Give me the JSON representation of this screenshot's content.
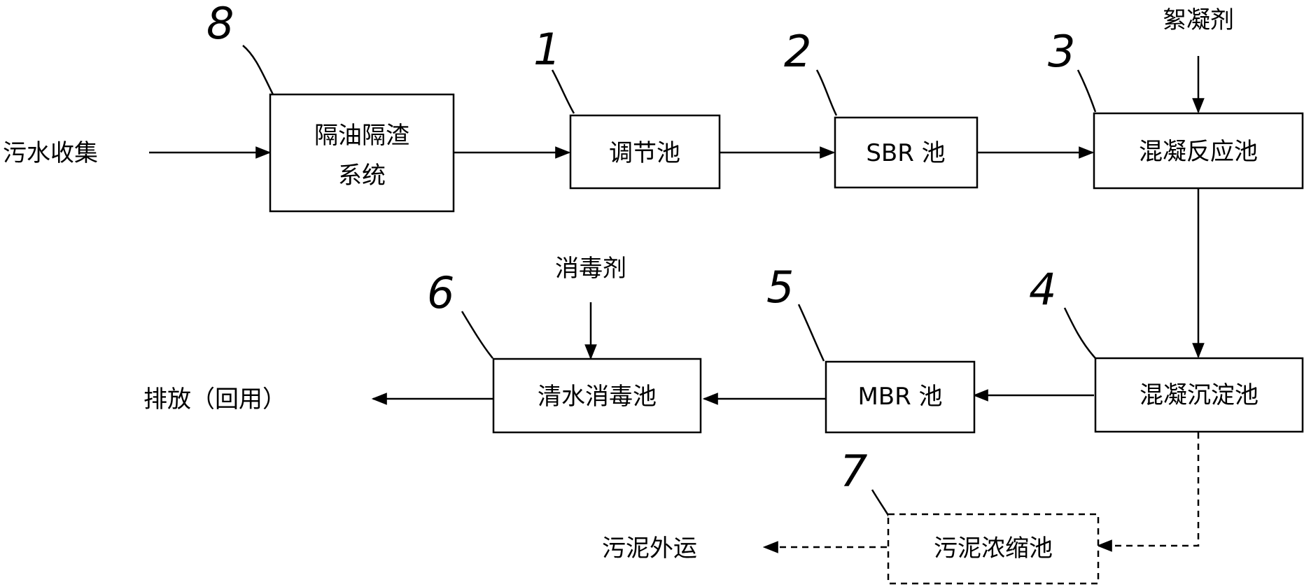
{
  "nodes": [
    {
      "id": "n8",
      "number": "8",
      "label_lines": [
        "隔油隔渣",
        "系统"
      ]
    },
    {
      "id": "n1",
      "number": "1",
      "label_lines": [
        "调节池"
      ]
    },
    {
      "id": "n2",
      "number": "2",
      "label_lines": [
        "SBR 池"
      ]
    },
    {
      "id": "n3",
      "number": "3",
      "label_lines": [
        "混凝反应池"
      ]
    },
    {
      "id": "n4",
      "number": "4",
      "label_lines": [
        "混凝沉淀池"
      ]
    },
    {
      "id": "n5",
      "number": "5",
      "label_lines": [
        "MBR 池"
      ]
    },
    {
      "id": "n6",
      "number": "6",
      "label_lines": [
        "清水消毒池"
      ]
    },
    {
      "id": "n7",
      "number": "7",
      "label_lines": [
        "污泥浓缩池"
      ],
      "style": "dashed"
    }
  ],
  "external_labels": {
    "sewage_in": "污水收集",
    "flocculant": "絮凝剂",
    "disinfectant": "消毒剂",
    "discharge": "排放（回用）",
    "sludge_out": "污泥外运"
  },
  "edges": [
    {
      "from": "sewage_in",
      "to": "n8",
      "style": "solid"
    },
    {
      "from": "n8",
      "to": "n1",
      "style": "solid"
    },
    {
      "from": "n1",
      "to": "n2",
      "style": "solid"
    },
    {
      "from": "n2",
      "to": "n3",
      "style": "solid"
    },
    {
      "from": "flocculant",
      "to": "n3",
      "style": "solid"
    },
    {
      "from": "n3",
      "to": "n4",
      "style": "solid"
    },
    {
      "from": "n4",
      "to": "n5",
      "style": "solid"
    },
    {
      "from": "n5",
      "to": "n6",
      "style": "solid"
    },
    {
      "from": "disinfectant",
      "to": "n6",
      "style": "solid"
    },
    {
      "from": "n6",
      "to": "discharge",
      "style": "solid"
    },
    {
      "from": "n4",
      "to": "n7",
      "style": "dashed"
    },
    {
      "from": "n7",
      "to": "sludge_out",
      "style": "dashed"
    }
  ]
}
